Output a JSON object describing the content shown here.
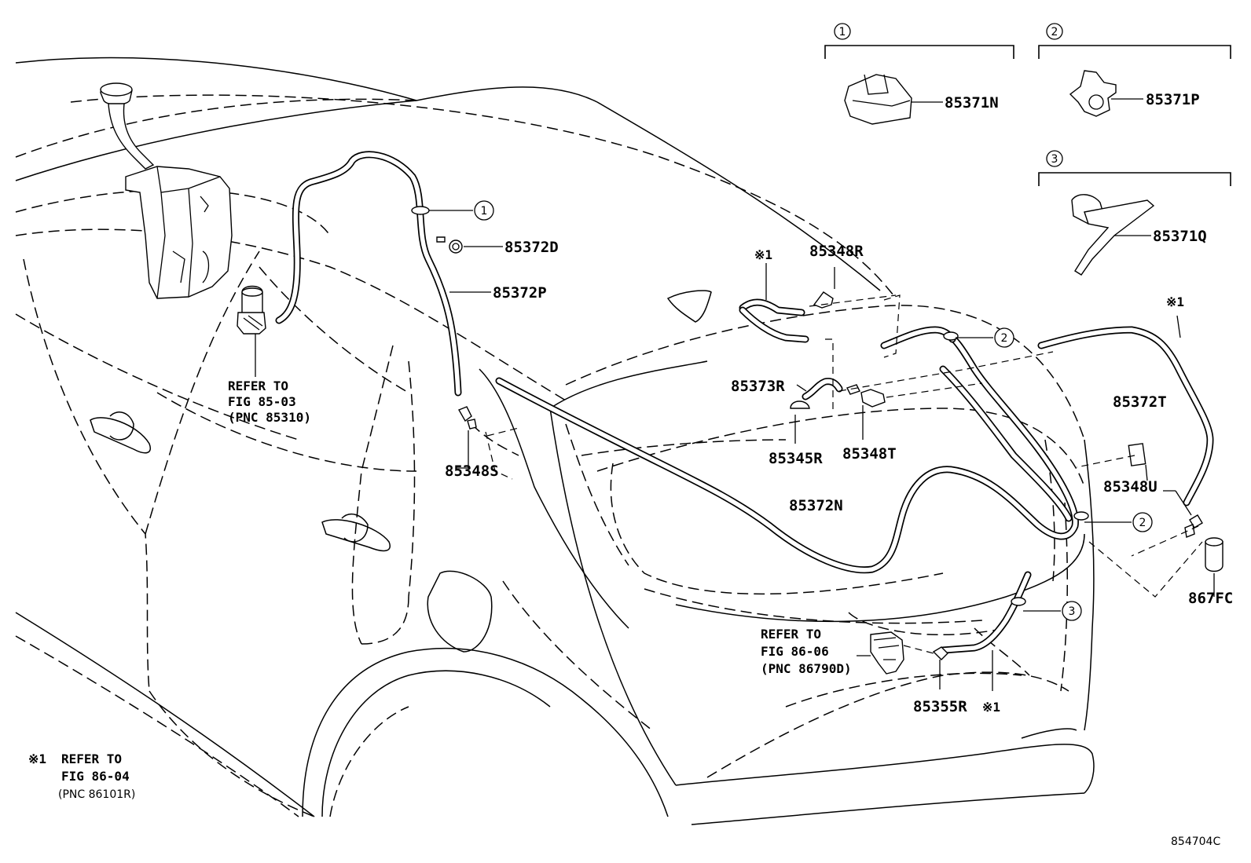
{
  "diagram_code": "854704C",
  "insets": [
    {
      "number": "1",
      "part": "85371N"
    },
    {
      "number": "2",
      "part": "85371P"
    },
    {
      "number": "3",
      "part": "85371Q"
    }
  ],
  "callouts": {
    "c1": "1",
    "c2a": "2",
    "c2b": "2",
    "c3": "3"
  },
  "parts": {
    "p85372D": "85372D",
    "p85372P": "85372P",
    "p85348R": "85348R",
    "p85373R": "85373R",
    "p85345R": "85345R",
    "p85348T": "85348T",
    "p85348S": "85348S",
    "p85372N": "85372N",
    "p85372T": "85372T",
    "p85348U": "85348U",
    "p867FC": "867FC",
    "p85355R": "85355R"
  },
  "reference_marks": {
    "x1_top": "※1",
    "x1_right": "※1",
    "x1_bottom": "※1"
  },
  "refer_pump": {
    "line1": "REFER TO",
    "line2": "FIG 85-03",
    "line3": "(PNC 85310)"
  },
  "refer_camera": {
    "line1": "REFER TO",
    "line2": "FIG 86-06",
    "line3": "(PNC 86790D)"
  },
  "footnote": {
    "mark": "※1",
    "line1": "REFER TO",
    "line2": "FIG 86-04",
    "line3": "(PNC 86101R)"
  }
}
